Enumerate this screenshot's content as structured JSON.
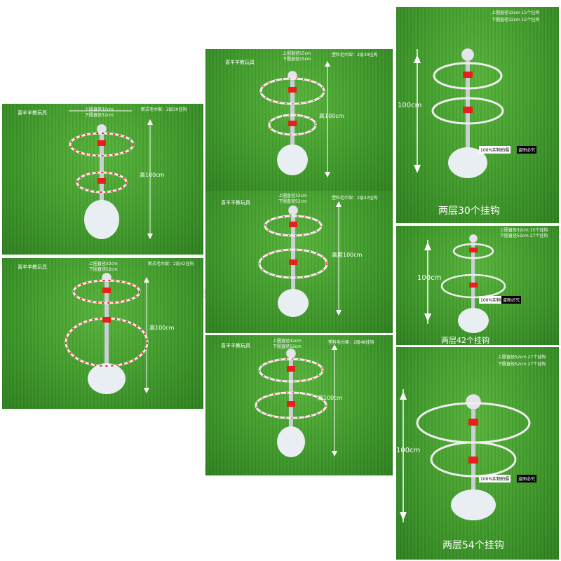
{
  "brand": {
    "name": "喜羊羊教玩具"
  },
  "panels": [
    {
      "upper": "上圈直径32cm",
      "lower": "下圈直径32cm",
      "model": "新式毛巾架：2层30挂钩",
      "height": "高100cm"
    },
    {
      "upper": "上圈直径32cm",
      "lower": "下圈直径52cm",
      "model": "新式毛巾架：2层42挂钩",
      "height": "高100cm"
    },
    {
      "upper": "上圈直径15cm",
      "lower": "下圈直径15cm",
      "model": "塑料毛巾架：2层30挂钩",
      "height": "高100cm"
    },
    {
      "upper": "上圈直径32cm",
      "lower": "下圈直径52cm",
      "model": "塑料毛巾架：2层42挂钩",
      "height": "高度100cm"
    },
    {
      "upper": "上圈直径42cm",
      "lower": "下圈直径52cm",
      "model": "塑料毛巾架：2层48挂钩",
      "height": "高100cm"
    },
    {
      "upper": "上圈直径32cm 15个挂钩",
      "lower": "下圈直径32cm 15个挂钩",
      "height": "100cm",
      "caption": "两层30个挂钩",
      "tag1": "100%实物拍摄",
      "tag2": "盗图必究"
    },
    {
      "upper": "上圈直径32cm  15个挂钩",
      "lower": "下圈直径52cm  27个挂钩",
      "height": "100cm",
      "caption": "两层42个挂钩",
      "tag1": "100%实物拍摄",
      "tag2": "盗图必究"
    },
    {
      "upper": "上圈直径52cm  27个挂钩",
      "lower": "下圈直径52cm  27个挂钩",
      "height": "100cm",
      "caption": "两层54个挂钩",
      "tag1": "100%实物拍摄",
      "tag2": "盗图必究"
    }
  ],
  "colors": {
    "grass": "#4aa535",
    "hook": "#e8201a",
    "metal": "#d8dde2"
  }
}
